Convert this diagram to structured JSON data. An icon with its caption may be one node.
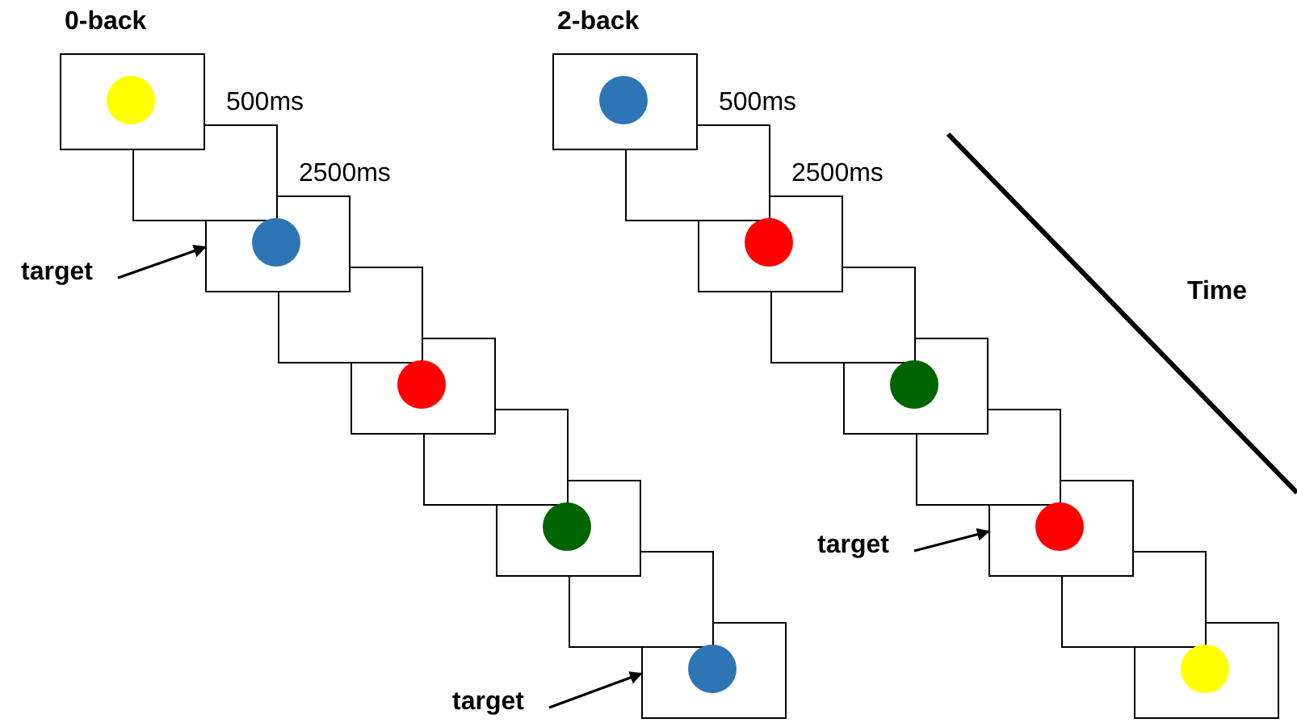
{
  "diagram": {
    "nodes": [
      {
        "text": [],
        "shape": "box",
        "beside": [
          "500ms"
        ]
      },
      {
        "text": [],
        "shape": "circle",
        "in": 0
      },
      {
        "text": [],
        "shape": "box",
        "beside": [
          "2500ms"
        ]
      },
      {
        "text": [],
        "shape": "box"
      },
      {
        "text": [],
        "shape": "circle",
        "in": 3
      },
      {
        "text": [],
        "shape": "box"
      },
      {
        "text": [],
        "shape": "box"
      },
      {
        "text": [],
        "shape": "circle",
        "in": 6
      },
      {
        "text": [],
        "shape": "box"
      },
      {
        "text": [],
        "shape": "box"
      },
      {
        "text": [],
        "shape": "circle",
        "in": 9
      },
      {
        "text": [],
        "shape": "box"
      },
      {
        "text": [],
        "shape": "box"
      },
      {
        "text": [],
        "shape": "circle",
        "in": 12
      },
      {
        "text": [],
        "shape": "box",
        "beside": [
          "500ms"
        ]
      },
      {
        "text": [],
        "shape": "circle",
        "in": 14
      },
      {
        "text": [],
        "shape": "box",
        "beside": [
          "2500ms"
        ]
      },
      {
        "text": [],
        "shape": "box"
      },
      {
        "text": [],
        "shape": "circle",
        "in": 17
      },
      {
        "text": [],
        "shape": "box"
      },
      {
        "text": [],
        "shape": "box"
      },
      {
        "text": [],
        "shape": "circle",
        "in": 20
      },
      {
        "text": [],
        "shape": "box"
      },
      {
        "text": [],
        "shape": "box"
      },
      {
        "text": [],
        "shape": "circle",
        "in": 23
      },
      {
        "text": [],
        "shape": "box"
      },
      {
        "text": [],
        "shape": "box"
      },
      {
        "text": [],
        "shape": "circle",
        "in": 26
      },
      {
        "text": [
          "target"
        ]
      },
      {
        "text": [
          "target"
        ]
      },
      {
        "text": [
          "target"
        ]
      }
    ],
    "edges": [
      {
        "from": 28,
        "to": 3,
        "arrow": "to"
      },
      {
        "from": 29,
        "to": 12,
        "arrow": "to"
      },
      {
        "from": 30,
        "to": 23,
        "arrow": "to"
      }
    ],
    "labels": [
      "0-back",
      "2-back",
      "Time"
    ]
  }
}
